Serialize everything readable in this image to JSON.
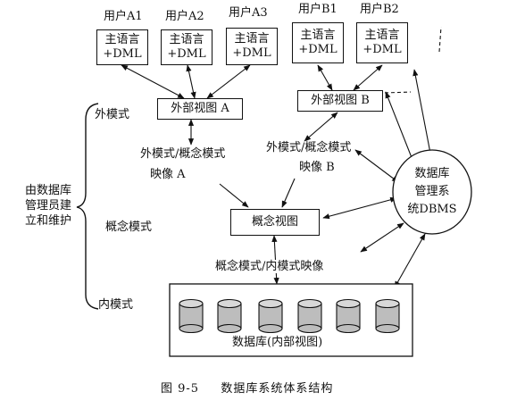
{
  "users": [
    {
      "label": "用户A1",
      "line1": "主语言",
      "line2": "+DML"
    },
    {
      "label": "用户A2",
      "line1": "主语言",
      "line2": "+DML"
    },
    {
      "label": "用户A3",
      "line1": "主语言",
      "line2": "+DML"
    },
    {
      "label": "用户B1",
      "line1": "主语言",
      "line2": "+DML"
    },
    {
      "label": "用户B2",
      "line1": "主语言",
      "line2": "+DML"
    }
  ],
  "views": {
    "external_a": "外部视图 A",
    "external_b": "外部视图 B",
    "conceptual": "概念视图"
  },
  "mappings": {
    "ext_concept_a_line1": "外模式/概念模式",
    "ext_concept_a_line2": "映像 A",
    "ext_concept_b_line1": "外模式/概念模式",
    "ext_concept_b_line2": "映像 B",
    "concept_internal": "概念模式/内模式映像"
  },
  "levels": {
    "external": "外模式",
    "conceptual": "概念模式",
    "internal": "内模式"
  },
  "dba": {
    "line1": "由数据库",
    "line2": "管理员建",
    "line3": "立和维护"
  },
  "dbms": {
    "line1": "数据库",
    "line2": "管理系",
    "line3": "统DBMS"
  },
  "database_label": "数据库(内部视图)",
  "caption": {
    "number": "图 9-5",
    "title": "数据库系统体系结构"
  }
}
